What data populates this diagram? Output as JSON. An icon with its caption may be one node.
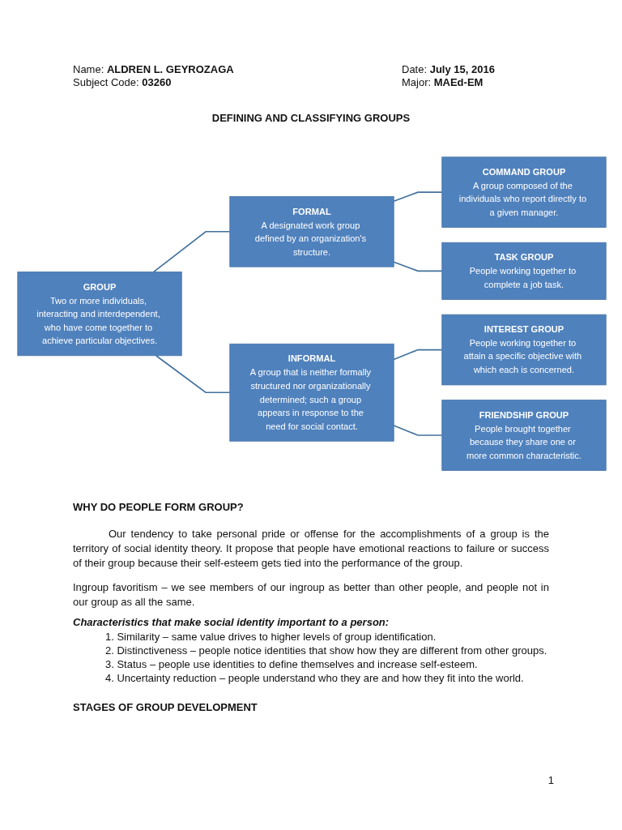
{
  "diagram": {
    "title": "DEFINING AND CLASSIFYING GROUPS",
    "nodes": [
      {
        "text": [
          "GROUP",
          "Two or more individuals, interacting and interdependent, who have come together to achieve particular objectives."
        ]
      },
      {
        "text": [
          "FORMAL",
          "A designated work group defined by an organization's structure."
        ]
      },
      {
        "text": [
          "INFORMAL",
          "A group that is neither formally structured nor organizationally determined; such a group appears in response to the need for social contact."
        ]
      },
      {
        "text": [
          "COMMAND GROUP",
          "A group composed of the individuals who report directly to a given manager."
        ]
      },
      {
        "text": [
          "TASK GROUP",
          "People working together to complete a job task."
        ]
      },
      {
        "text": [
          "INTEREST GROUP",
          "People working together to attain a specific objective with which each is concerned."
        ]
      },
      {
        "text": [
          "FRIENDSHIP GROUP",
          "People brought together because they share one or more common characteristic."
        ]
      }
    ],
    "edges": [
      {
        "from": 0,
        "to": 1,
        "arrow": "none"
      },
      {
        "from": 0,
        "to": 2,
        "arrow": "none"
      },
      {
        "from": 1,
        "to": 3,
        "arrow": "none"
      },
      {
        "from": 1,
        "to": 4,
        "arrow": "none"
      },
      {
        "from": 2,
        "to": 5,
        "arrow": "none"
      },
      {
        "from": 2,
        "to": 6,
        "arrow": "none"
      }
    ],
    "labels": [
      "Name: **ALDREN L. GEYROZAGA**",
      "Date: **July 15, 2016**",
      "Subject Code: **03260**",
      "Major: **MAEd-EM**",
      "WHY DO PEOPLE FORM GROUP?",
      "Our tendency to take personal pride or offense for the accomplishments of a group is the territory of social identity theory. It propose that people have emotional reactions to failure or success of their group because their self-esteem gets tied into the performance of the group.",
      "Ingroup favoritism – we see members of our ingroup as better than other people, and people not in our group as all the same.",
      "Characteristics that make social identity important to a person:",
      "1. Similarity – same value drives to higher levels of group identification.",
      "2. Distinctiveness – people notice identities that show how they are different from other groups.",
      "3. Status – people use identities to define themselves and increase self-esteem.",
      "4. Uncertainty reduction – people understand who they are and how they fit into the world.",
      "STAGES OF GROUP DEVELOPMENT",
      "1"
    ]
  }
}
